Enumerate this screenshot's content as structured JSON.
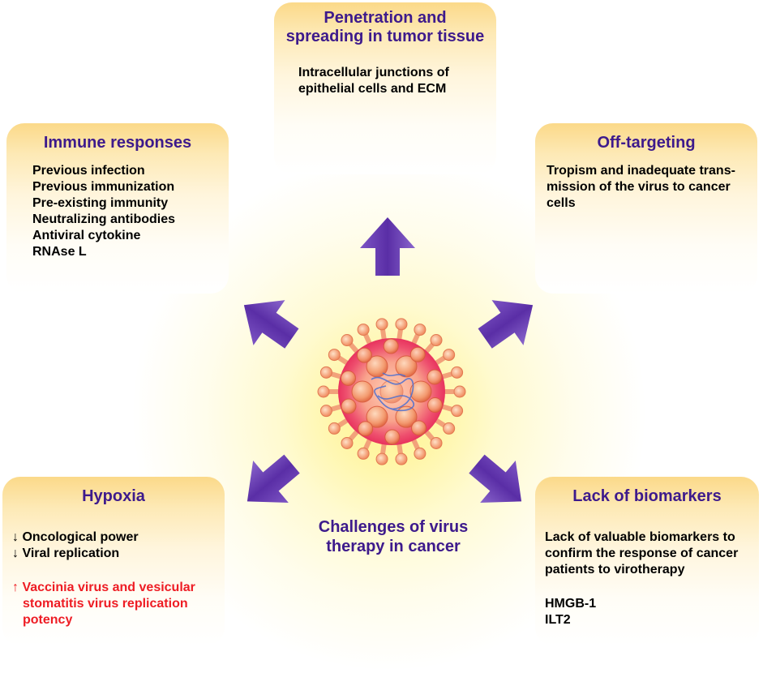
{
  "center": {
    "title_line1": "Challenges of virus",
    "title_line2": "therapy in cancer"
  },
  "cards": {
    "penetration": {
      "title_line1": "Penetration and",
      "title_line2": "spreading in tumor tissue",
      "body": [
        "Intracellular junctions of",
        "epithelial cells and ECM"
      ]
    },
    "immune": {
      "title": "Immune responses",
      "body": [
        "Previous infection",
        "Previous immunization",
        "Pre-existing immunity",
        "Neutralizing antibodies",
        "Antiviral cytokine",
        "RNAse L"
      ]
    },
    "off_targeting": {
      "title": "Off-targeting",
      "body": [
        "Tropism and inadequate trans-",
        "mission of the virus to cancer",
        "cells"
      ]
    },
    "hypoxia": {
      "title": "Hypoxia",
      "body": [
        "↓ Oncological power",
        "↓ Viral replication"
      ],
      "highlight": [
        "↑ Vaccinia virus and vesicular",
        "stomatitis virus replication",
        "potency"
      ]
    },
    "biomarkers": {
      "title": "Lack of biomarkers",
      "body": [
        "Lack of valuable biomarkers to",
        "confirm the response of cancer",
        "patients to virotherapy"
      ],
      "markers": [
        "HMGB-1",
        "ILT2"
      ]
    }
  },
  "colors": {
    "title_purple": "#3d1a8c",
    "highlight_red": "#ee1c24",
    "arrow_purple": "#6a3fb4",
    "card_gold": "#fbd989"
  }
}
